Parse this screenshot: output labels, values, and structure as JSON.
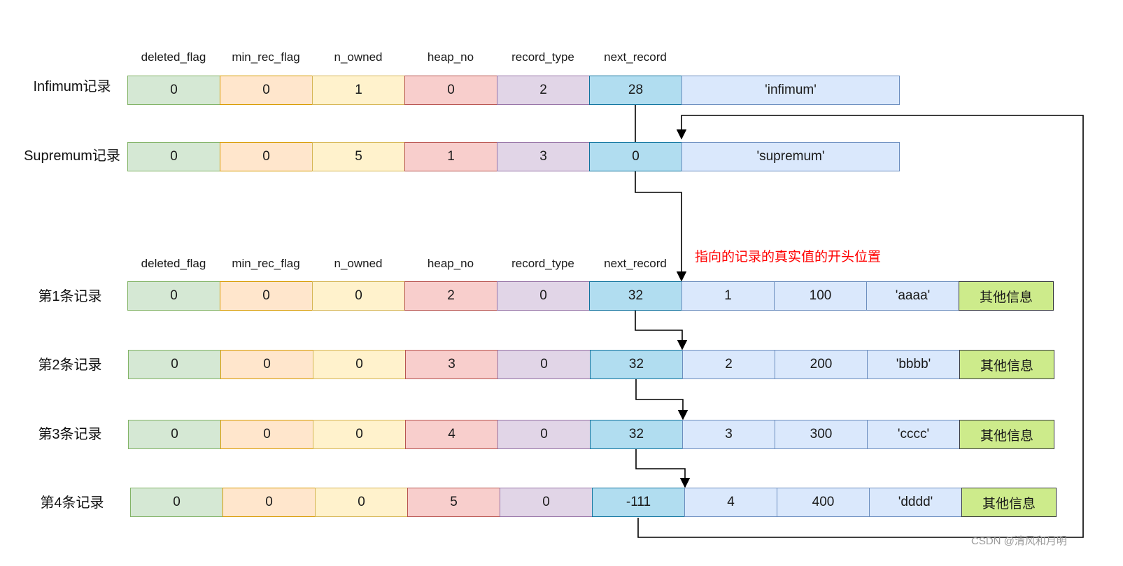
{
  "headers": {
    "top": [
      "deleted_flag",
      "min_rec_flag",
      "n_owned",
      "heap_no",
      "record_type",
      "next_record"
    ],
    "bottom": [
      "deleted_flag",
      "min_rec_flag",
      "n_owned",
      "heap_no",
      "record_type",
      "next_record"
    ]
  },
  "records": [
    {
      "label": "Infimum记录",
      "cells": [
        "0",
        "0",
        "1",
        "0",
        "2",
        "28"
      ],
      "data": [
        "'infimum'"
      ]
    },
    {
      "label": "Supremum记录",
      "cells": [
        "0",
        "0",
        "5",
        "1",
        "3",
        "0"
      ],
      "data": [
        "'supremum'"
      ]
    },
    {
      "label": "第1条记录",
      "cells": [
        "0",
        "0",
        "0",
        "2",
        "0",
        "32"
      ],
      "data": [
        "1",
        "100",
        "'aaaa'"
      ],
      "extra": "其他信息"
    },
    {
      "label": "第2条记录",
      "cells": [
        "0",
        "0",
        "0",
        "3",
        "0",
        "32"
      ],
      "data": [
        "2",
        "200",
        "'bbbb'"
      ],
      "extra": "其他信息"
    },
    {
      "label": "第3条记录",
      "cells": [
        "0",
        "0",
        "0",
        "4",
        "0",
        "32"
      ],
      "data": [
        "3",
        "300",
        "'cccc'"
      ],
      "extra": "其他信息"
    },
    {
      "label": "第4条记录",
      "cells": [
        "0",
        "0",
        "0",
        "5",
        "0",
        "-111"
      ],
      "data": [
        "4",
        "400",
        "'dddd'"
      ],
      "extra": "其他信息"
    }
  ],
  "annotation": "指向的记录的真实值的开头位置",
  "watermark": "CSDN @清风和月明",
  "colors": {
    "deleted_flag": "#d5e8d4",
    "min_rec_flag": "#ffe6cc",
    "n_owned": "#fff2cc",
    "heap_no": "#f8cecc",
    "record_type": "#e1d5e7",
    "next_record": "#b1ddf0",
    "data": "#dae8fc",
    "extra": "#cdeb8b",
    "annotation": "#ff0000"
  }
}
